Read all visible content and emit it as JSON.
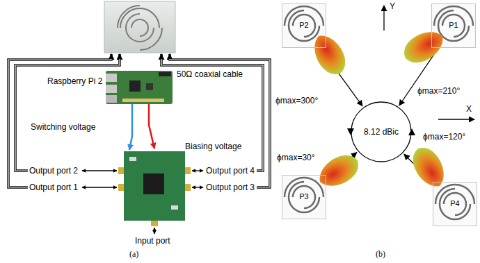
{
  "diagram": {
    "nodes": [
      {
        "text": [
          "P2"
        ]
      },
      {
        "text": [
          "P1"
        ]
      },
      {
        "text": [
          "8.12 dBic"
        ]
      },
      {
        "text": [
          "P3"
        ]
      },
      {
        "text": [
          "P4"
        ]
      }
    ],
    "edges": [
      {
        "from": 0,
        "to": 2,
        "arrow": "to"
      },
      {
        "from": 1,
        "to": 2,
        "arrow": "to"
      },
      {
        "from": 3,
        "to": 2,
        "arrow": "to"
      },
      {
        "from": 4,
        "to": 2,
        "arrow": "to"
      }
    ],
    "labels": [
      "Raspberry Pi 2",
      "50Ω coaxial cable",
      "Switching voltage",
      "Biasing voltage",
      "Output port 2",
      "Output port 1",
      "Output port 4",
      "Output port 3",
      "Input port",
      "(a)",
      "ϕmax=300°",
      "ϕmax=210°",
      "ϕmax=30°",
      "ϕmax=120°",
      "Y",
      "X",
      "(b)"
    ]
  }
}
